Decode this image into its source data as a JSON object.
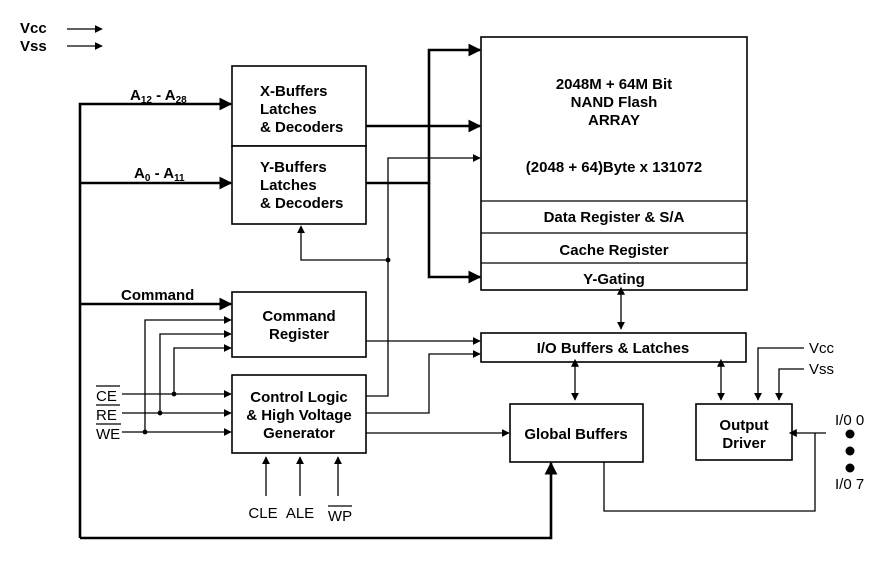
{
  "power_legend": {
    "vcc": "Vcc",
    "vss": "Vss"
  },
  "address_high": {
    "base_from": "A",
    "sub_from": "12",
    "sep": " - ",
    "base_to": "A",
    "sub_to": "28"
  },
  "address_low": {
    "base_from": "A",
    "sub_from": "0",
    "sep": " - ",
    "base_to": "A",
    "sub_to": "11"
  },
  "command_label": "Command",
  "x_buffers": [
    "X-Buffers",
    "Latches",
    "& Decoders"
  ],
  "y_buffers": [
    "Y-Buffers",
    "Latches",
    "& Decoders"
  ],
  "array": {
    "lines": [
      "2048M + 64M Bit",
      "NAND Flash",
      "ARRAY"
    ],
    "org": "(2048 + 64)Byte x 131072",
    "data_register": "Data Register & S/A",
    "cache_register": "Cache Register",
    "y_gating": "Y-Gating"
  },
  "command_register": [
    "Command",
    "Register"
  ],
  "control_logic": [
    "Control Logic",
    "& High Voltage",
    "Generator"
  ],
  "io_buffers": "I/O Buffers & Latches",
  "global_buffers": "Global Buffers",
  "output_driver": [
    "Output",
    "Driver"
  ],
  "output_power": {
    "vcc": "Vcc",
    "vss": "Vss"
  },
  "inputs": {
    "ce": "CE",
    "re": "RE",
    "we": "WE"
  },
  "bottom_inputs": {
    "cle": "CLE",
    "ale": "ALE",
    "wp": "WP"
  },
  "io_pins": {
    "first": "I/0 0",
    "last": "I/0 7"
  }
}
